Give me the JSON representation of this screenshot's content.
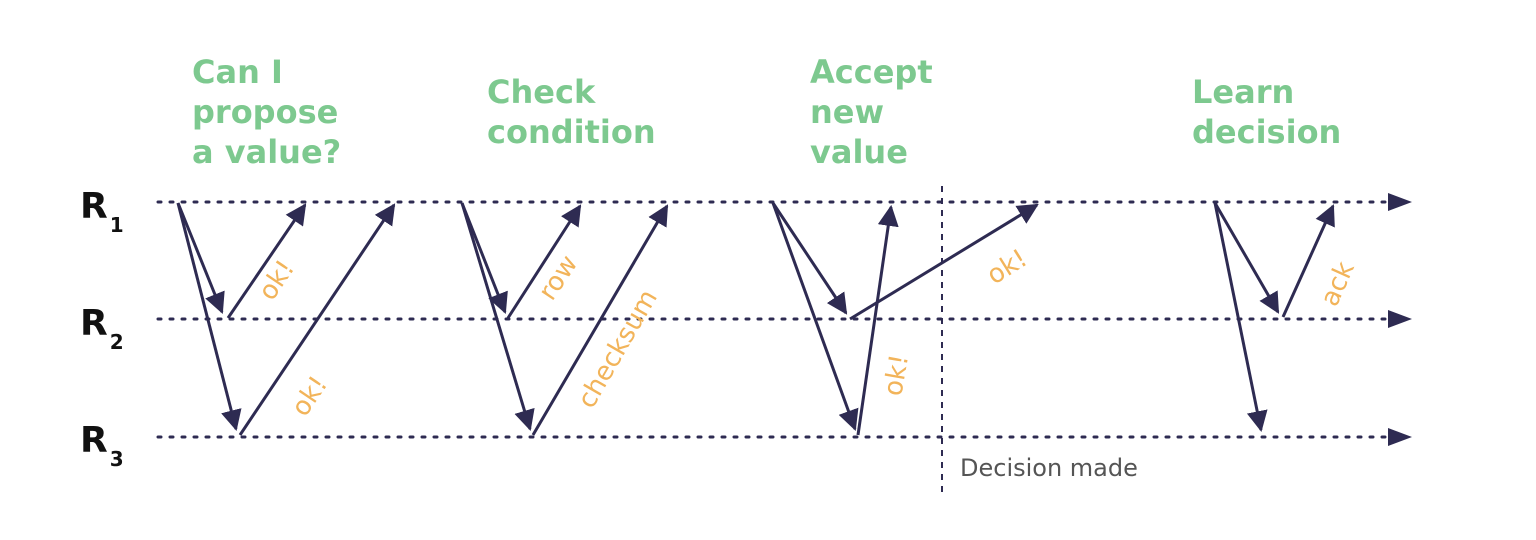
{
  "colors": {
    "title": "#7dc98f",
    "message_label": "#f2b45a",
    "arrow": "#2e2b52",
    "timeline": "#2e2b52",
    "text": "#111111",
    "decision_text": "#555555"
  },
  "phases": [
    {
      "lines": [
        "Can I",
        "propose",
        "a value?"
      ]
    },
    {
      "lines": [
        "Check",
        "condition"
      ]
    },
    {
      "lines": [
        "Accept",
        "new",
        "value"
      ]
    },
    {
      "lines": [
        "Learn",
        "decision"
      ]
    }
  ],
  "replicas": [
    {
      "letter": "R",
      "sub": "1"
    },
    {
      "letter": "R",
      "sub": "2"
    },
    {
      "letter": "R",
      "sub": "3"
    }
  ],
  "message_labels": [
    "ok!",
    "ok!",
    "row",
    "checksum",
    "ok!",
    "ok!",
    "ack"
  ],
  "decision": {
    "label": "Decision made"
  }
}
